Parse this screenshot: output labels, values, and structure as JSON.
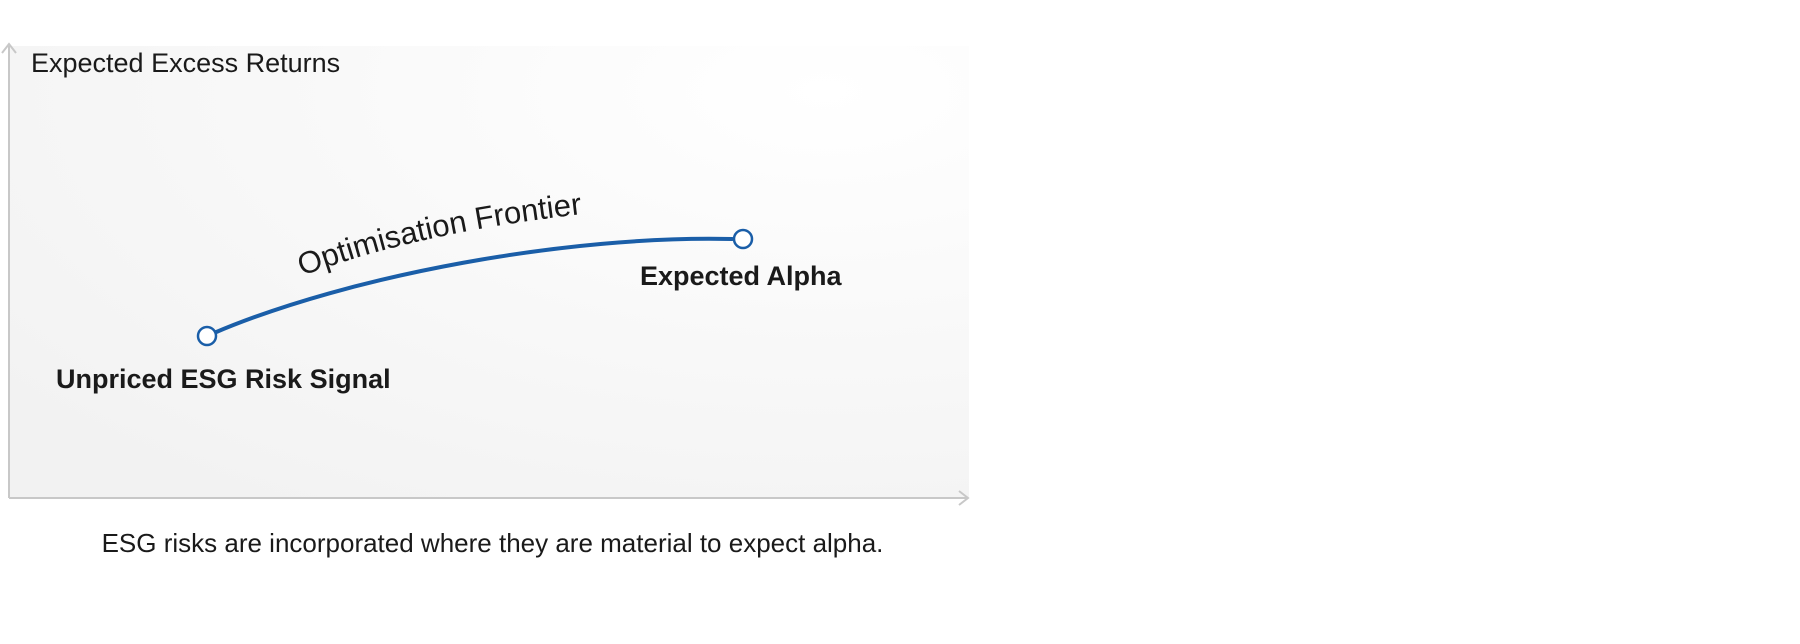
{
  "diagram": {
    "y_axis_label": "Expected Excess Returns",
    "curve_label": "Optimisation Frontier",
    "start_point_label": "Unpriced ESG Risk Signal",
    "end_point_label": "Expected Alpha",
    "caption": "ESG risks are incorporated where they are material to expect alpha."
  },
  "colors": {
    "curve": "#1a5ea8",
    "axis": "#c8c8c8",
    "panel": "#f5f5f5",
    "text": "#1a1a1a"
  }
}
